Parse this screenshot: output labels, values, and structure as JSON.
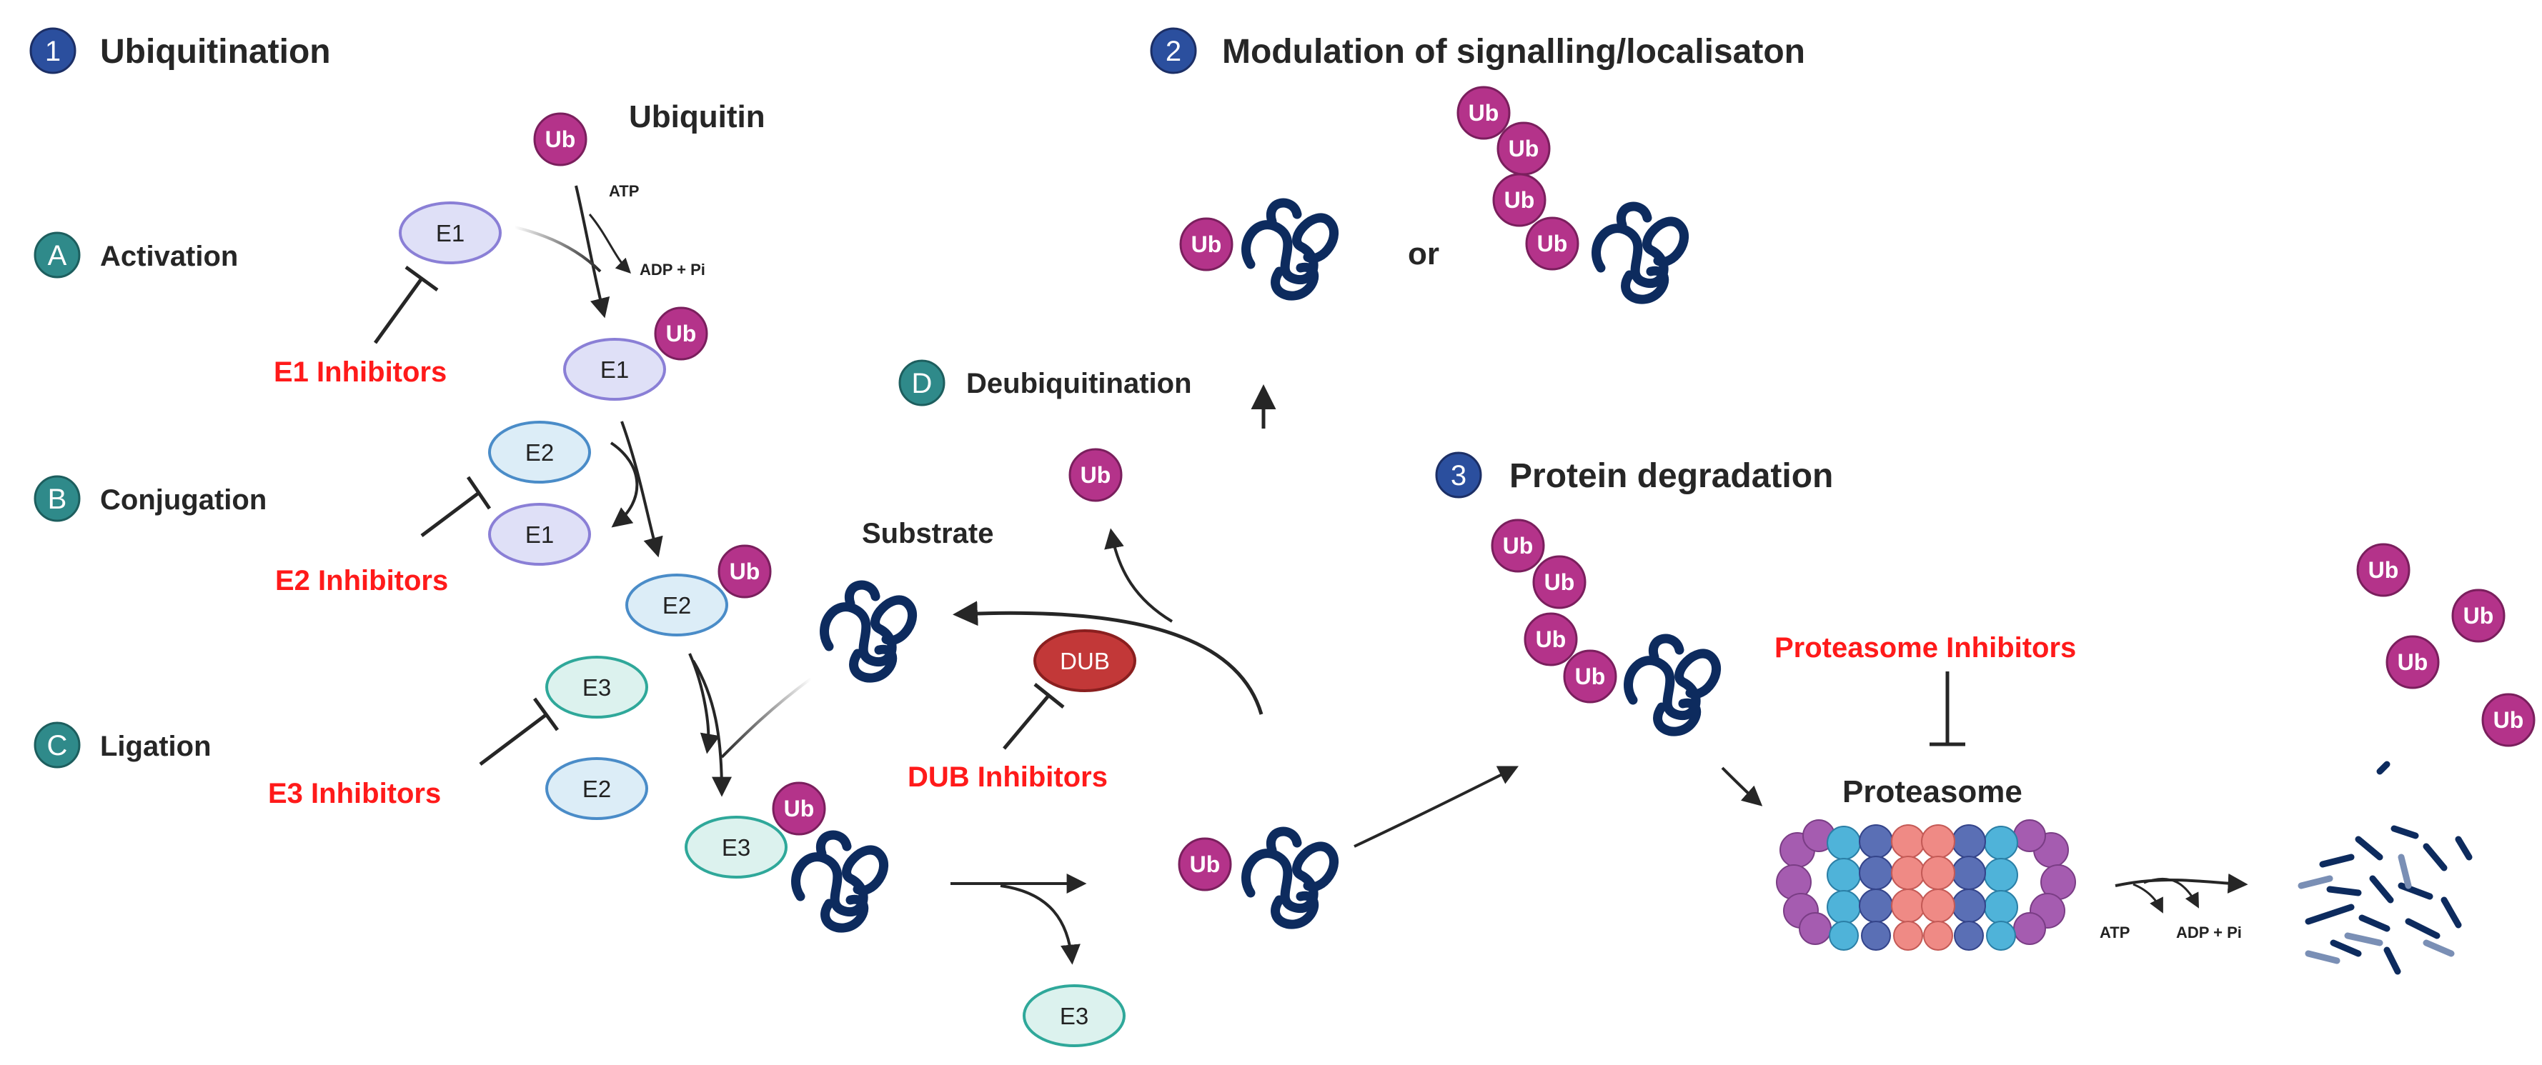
{
  "sections": {
    "s1": {
      "number": "1",
      "title": "Ubiquitination"
    },
    "s2": {
      "number": "2",
      "title": "Modulation of signalling/localisaton"
    },
    "s3": {
      "number": "3",
      "title": "Protein degradation"
    }
  },
  "steps": {
    "a": {
      "letter": "A",
      "name": "Activation"
    },
    "b": {
      "letter": "B",
      "name": "Conjugation"
    },
    "c": {
      "letter": "C",
      "name": "Ligation"
    },
    "d": {
      "letter": "D",
      "name": "Deubiquitination"
    }
  },
  "labels": {
    "ubiquitin": "Ubiquitin",
    "substrate": "Substrate",
    "or": "or",
    "proteasome": "Proteasome",
    "atp": "ATP",
    "adp_pi": "ADP + Pi",
    "ub": "Ub",
    "dub": "DUB"
  },
  "enzymes": {
    "e1": "E1",
    "e2": "E2",
    "e3": "E3"
  },
  "inhibitors": {
    "e1": "E1 Inhibitors",
    "e2": "E2 Inhibitors",
    "e3": "E3 Inhibitors",
    "dub": "DUB Inhibitors",
    "proteasome": "Proteasome Inhibitors"
  },
  "colors": {
    "number_badge": "#2b4f9e",
    "letter_badge": "#2f8a8a",
    "ub": "#b4338a",
    "inhibitor_text": "#ff1a1a",
    "protein": "#0d2b5e",
    "e1_fill": "#dfe0f7",
    "e2_fill": "#dcedf7",
    "e3_fill": "#dcf2ee",
    "dub_fill": "#c23838"
  }
}
